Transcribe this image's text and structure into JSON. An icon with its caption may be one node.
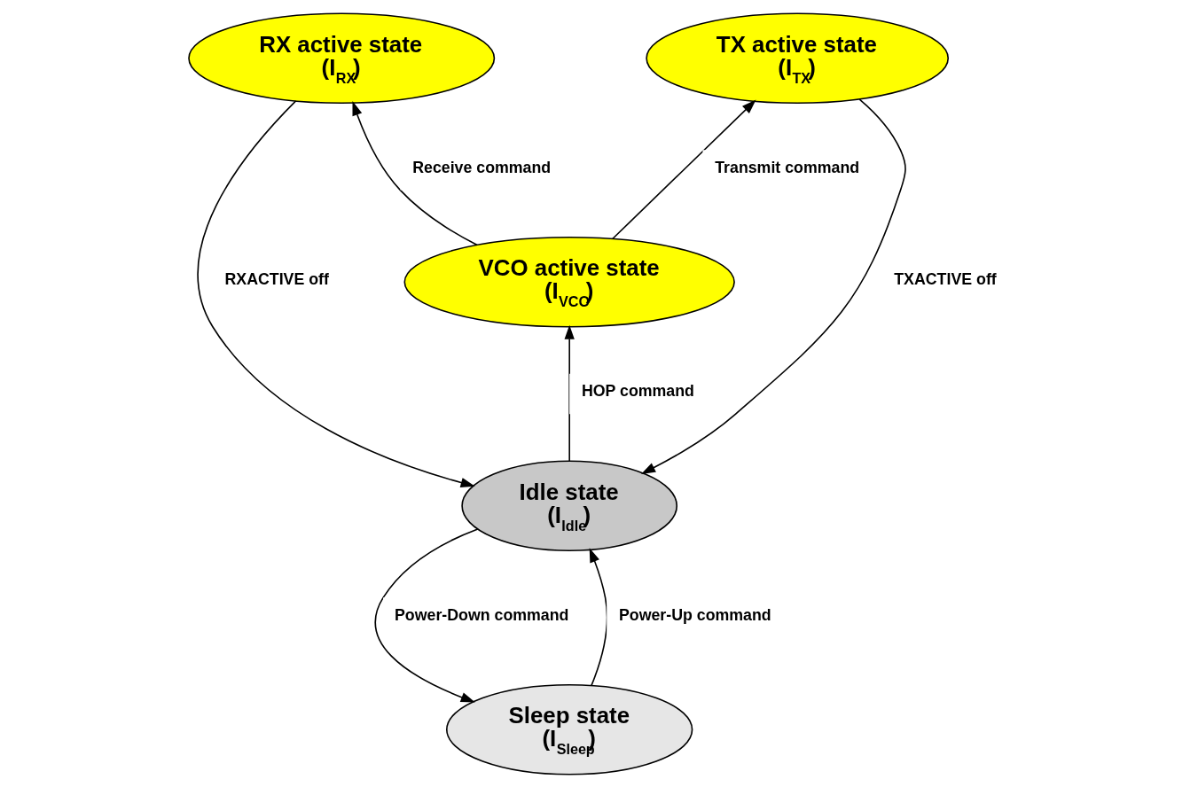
{
  "diagram": {
    "nodes": [
      {
        "text": [
          "RX active state",
          "(I$_{RX}$)"
        ]
      },
      {
        "text": [
          "TX active state",
          "(I$_{TX}$)"
        ]
      },
      {
        "text": [
          "VCO active state",
          "(I$_{VCO}$)"
        ]
      },
      {
        "text": [
          "Idle state",
          "(I$_{Idle}$)"
        ]
      },
      {
        "text": [
          "Sleep state",
          "(I$_{Sleep}$)"
        ]
      }
    ],
    "edges": [
      {
        "from": 2,
        "to": 0,
        "arrow": "to",
        "label": "Receive command"
      },
      {
        "from": 2,
        "to": 1,
        "arrow": "to",
        "label": "Transmit command"
      },
      {
        "from": 0,
        "to": 3,
        "arrow": "to",
        "label": "RXACTIVE off"
      },
      {
        "from": 1,
        "to": 3,
        "arrow": "to",
        "label": "TXACTIVE off"
      },
      {
        "from": 3,
        "to": 2,
        "arrow": "to",
        "label": "HOP command"
      },
      {
        "from": 3,
        "to": 4,
        "arrow": "to",
        "label": "Power-Down command"
      },
      {
        "from": 4,
        "to": 3,
        "arrow": "to",
        "label": "Power-Up command"
      }
    ]
  }
}
